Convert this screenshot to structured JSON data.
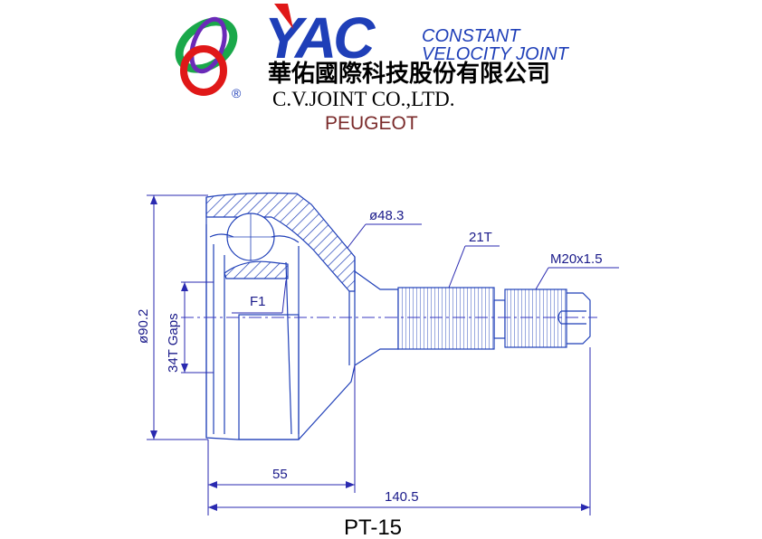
{
  "header": {
    "brand_line1": "CONSTANT",
    "brand_line2": "VELOCITY JOINT",
    "company_cn": "華佑國際科技股份有限公司",
    "company_en": "C.V.JOINT CO.,LTD.",
    "registered_mark": "®",
    "application": "PEUGEOT"
  },
  "logo": {
    "wordmark": "YAC"
  },
  "dimensions": {
    "outer_dia": "ø90.2",
    "gaps": "34T Gaps",
    "neck_dia": "ø48.3",
    "spline": "21T",
    "thread": "M20x1.5",
    "f1": "F1",
    "length_bell": "55",
    "length_total": "140.5"
  },
  "part_number": "PT-15",
  "colors": {
    "brand_blue": "#1f3fb8",
    "logo_red": "#e01818",
    "logo_green": "#1aa84a",
    "logo_purple": "#6a2ab8",
    "application_brown": "#7a2a2a"
  }
}
